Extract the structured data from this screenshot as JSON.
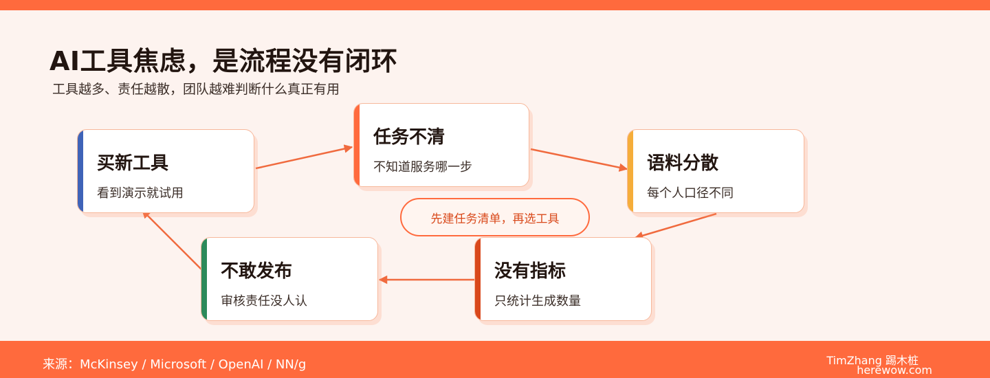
{
  "header": {
    "title": "AI工具焦虑，是流程没有闭环",
    "subtitle": "工具越多、责任越散，团队越难判断什么真正有用"
  },
  "cycle": {
    "steps": [
      {
        "title": "买新工具",
        "desc": "看到演示就试用",
        "accent": "#3f63b8"
      },
      {
        "title": "任务不清",
        "desc": "不知道服务哪一步",
        "accent": "#ff6a3d"
      },
      {
        "title": "语料分散",
        "desc": "每个人口径不同",
        "accent": "#f5ad3a"
      },
      {
        "title": "没有指标",
        "desc": "只统计生成数量",
        "accent": "#d9481c"
      },
      {
        "title": "不敢发布",
        "desc": "审核责任没人认",
        "accent": "#2c8a5a"
      }
    ],
    "callout": "先建任务清单，再选工具"
  },
  "footer": {
    "source": "来源：McKinsey / Microsoft / OpenAI / NN/g",
    "brand_name": "TimZhang 踢木桩",
    "brand_site": "herewow.com"
  },
  "colors": {
    "primary": "#ff6a3d",
    "arrow": "#f06a3e",
    "background": "#fdf3ef"
  }
}
